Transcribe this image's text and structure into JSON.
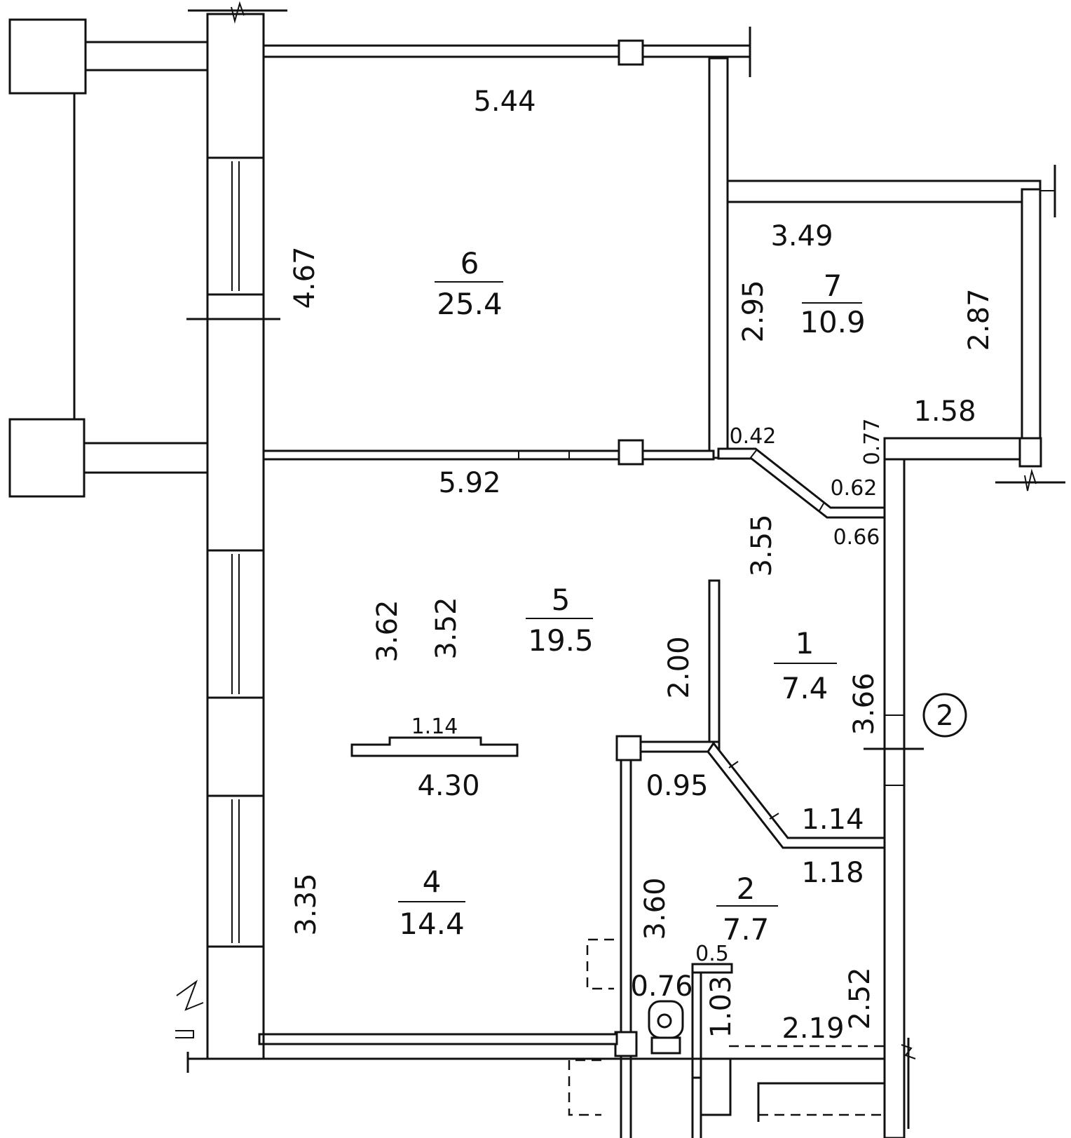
{
  "rooms": [
    {
      "number": "1",
      "area": "7.4"
    },
    {
      "number": "2",
      "area": "7.7"
    },
    {
      "number": "4",
      "area": "14.4"
    },
    {
      "number": "5",
      "area": "19.5"
    },
    {
      "number": "6",
      "area": "25.4"
    },
    {
      "number": "7",
      "area": "10.9"
    }
  ],
  "dimensions": {
    "d_5_44": "5.44",
    "d_4_67": "4.67",
    "d_3_49": "3.49",
    "d_2_95": "2.95",
    "d_2_87": "2.87",
    "d_1_58": "1.58",
    "d_0_42": "0.42",
    "d_0_77": "0.77",
    "d_0_62": "0.62",
    "d_0_66": "0.66",
    "d_5_92": "5.92",
    "d_3_55": "3.55",
    "d_3_62": "3.62",
    "d_3_52": "3.52",
    "d_2_00": "2.00",
    "d_3_66": "3.66",
    "d_1_14_a": "1.14",
    "d_4_30": "4.30",
    "d_0_95": "0.95",
    "d_1_14_b": "1.14",
    "d_1_18": "1.18",
    "d_3_35": "3.35",
    "d_3_60": "3.60",
    "d_0_5": "0.5",
    "d_0_76": "0.76",
    "d_1_03": "1.03",
    "d_2_52": "2.52",
    "d_2_19": "2.19"
  },
  "axis_marker": "2"
}
